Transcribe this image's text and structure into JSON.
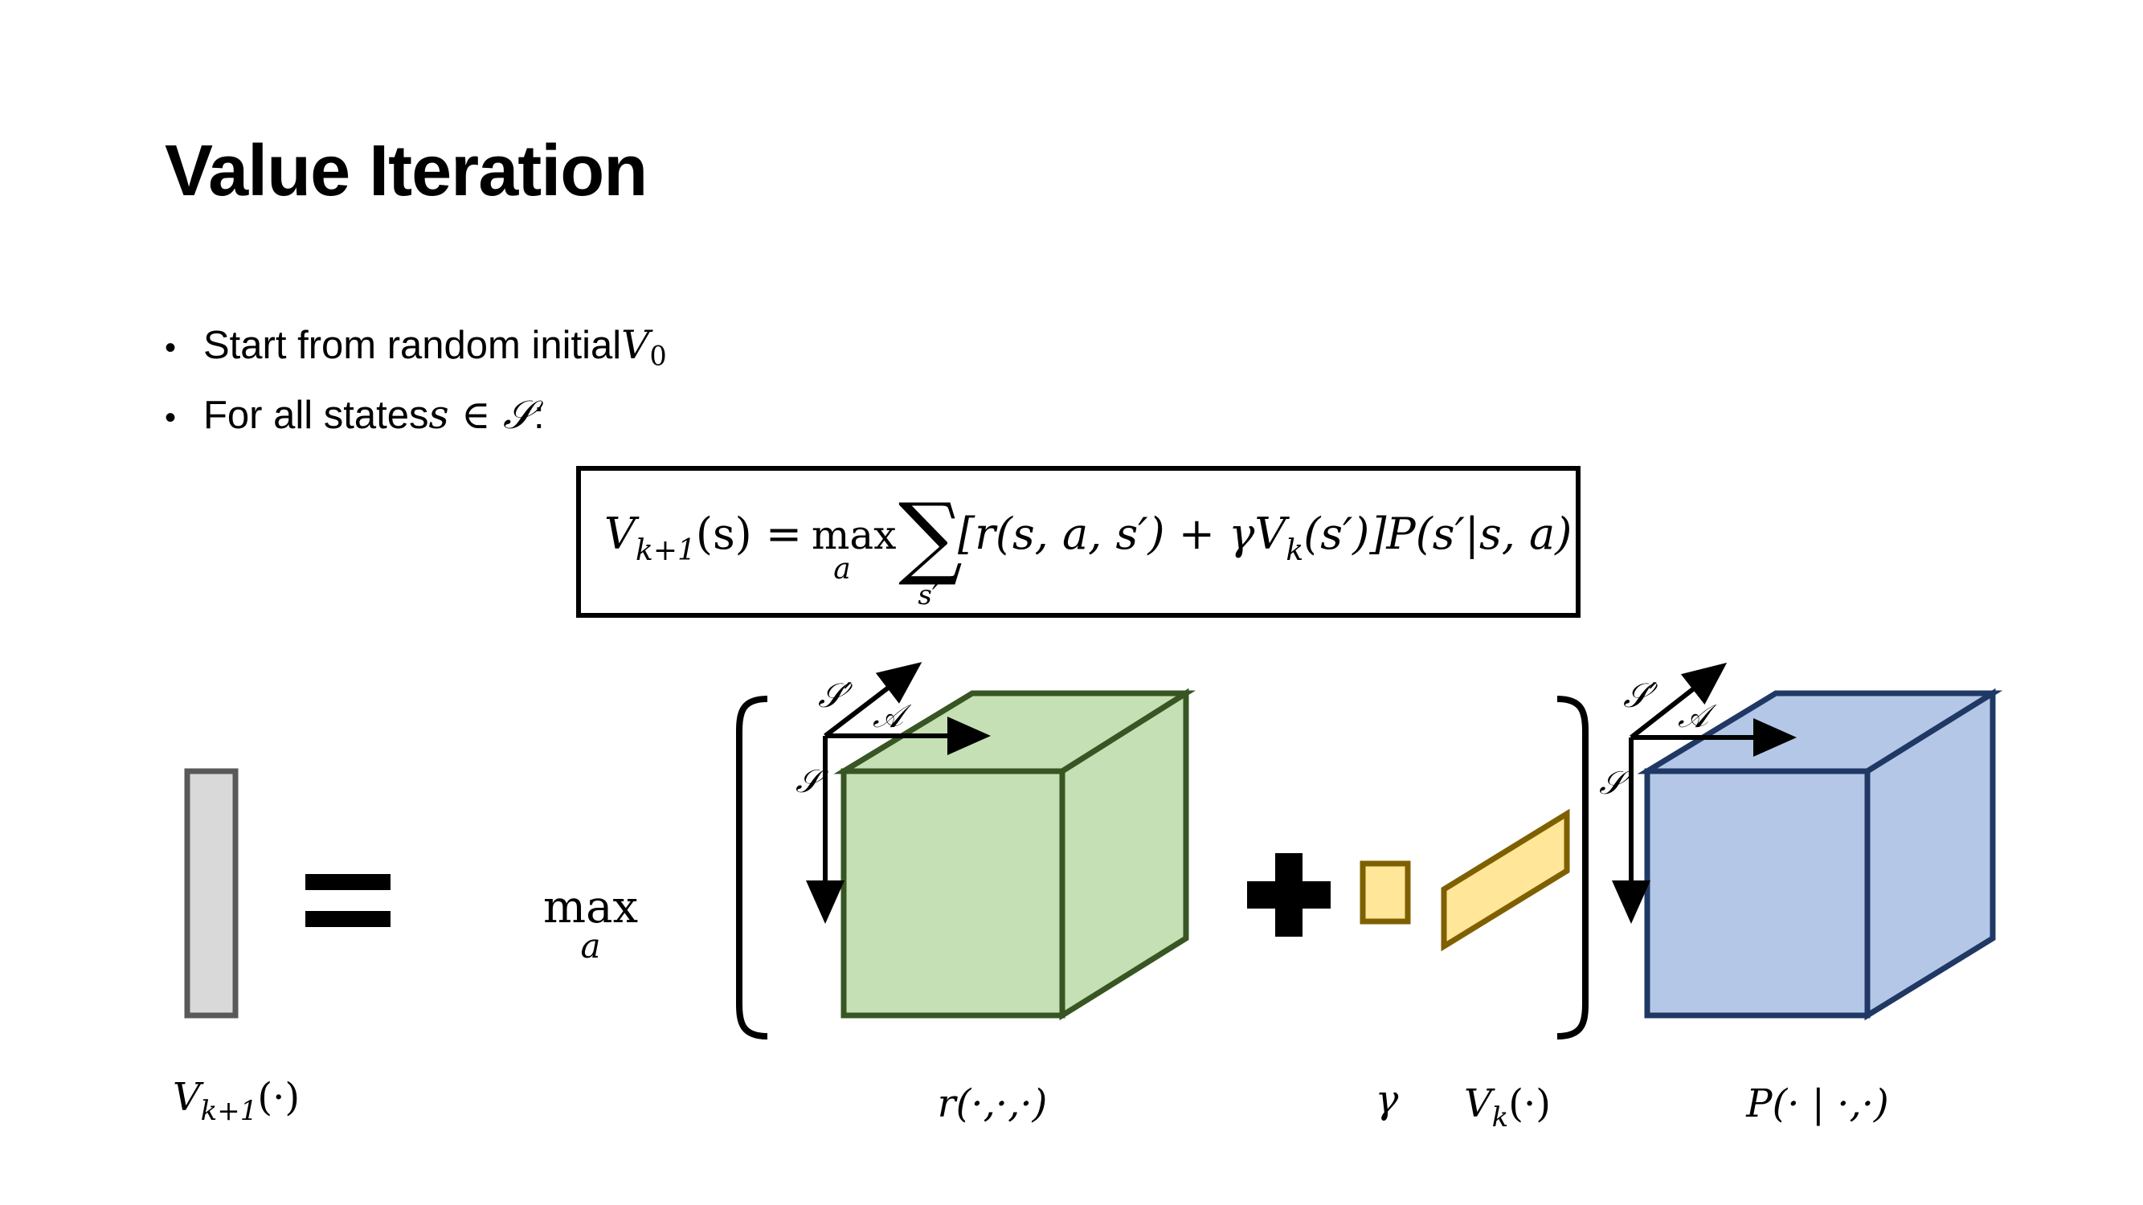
{
  "slide": {
    "title": "Value Iteration",
    "bullets": [
      {
        "text": "Start from random initial ",
        "math": "V",
        "math_sub": "0",
        "suffix": ""
      },
      {
        "text": "For all states ",
        "math": "s ∈ 𝒮",
        "math_sub": "",
        "suffix": ":"
      }
    ]
  },
  "equation": {
    "lhs": "V",
    "lhs_sub": "k+1",
    "lhs_arg": "(s) =",
    "max_label": "max",
    "max_sub": "a",
    "sum_symbol": "∑",
    "sum_sub": "s′",
    "rhs": "[r(s, a, s′) + γV",
    "rhs_sub": "k",
    "rhs_tail": "(s′)]P(s′|s, a)"
  },
  "diagram": {
    "colors": {
      "vector_fill": "#d9d9d9",
      "vector_stroke": "#595959",
      "reward_fill": "#c5e0b4",
      "reward_stroke": "#375623",
      "gamma_fill": "#ffe699",
      "gamma_stroke": "#7f6000",
      "prob_fill": "#b4c7e7",
      "prob_stroke": "#1f3864"
    },
    "axis_labels": {
      "s_prime": "𝒮′",
      "action": "𝒜",
      "state": "𝒮"
    },
    "max_label": "max",
    "max_sub": "a",
    "captions": {
      "v_next": "V",
      "v_next_sub": "k+1",
      "v_next_arg": "(·)",
      "reward": "r(·,·,·)",
      "gamma": "γ",
      "v_k": "V",
      "v_k_sub": "k",
      "v_k_arg": "(·)",
      "prob": "P(· | ·,·)"
    }
  }
}
